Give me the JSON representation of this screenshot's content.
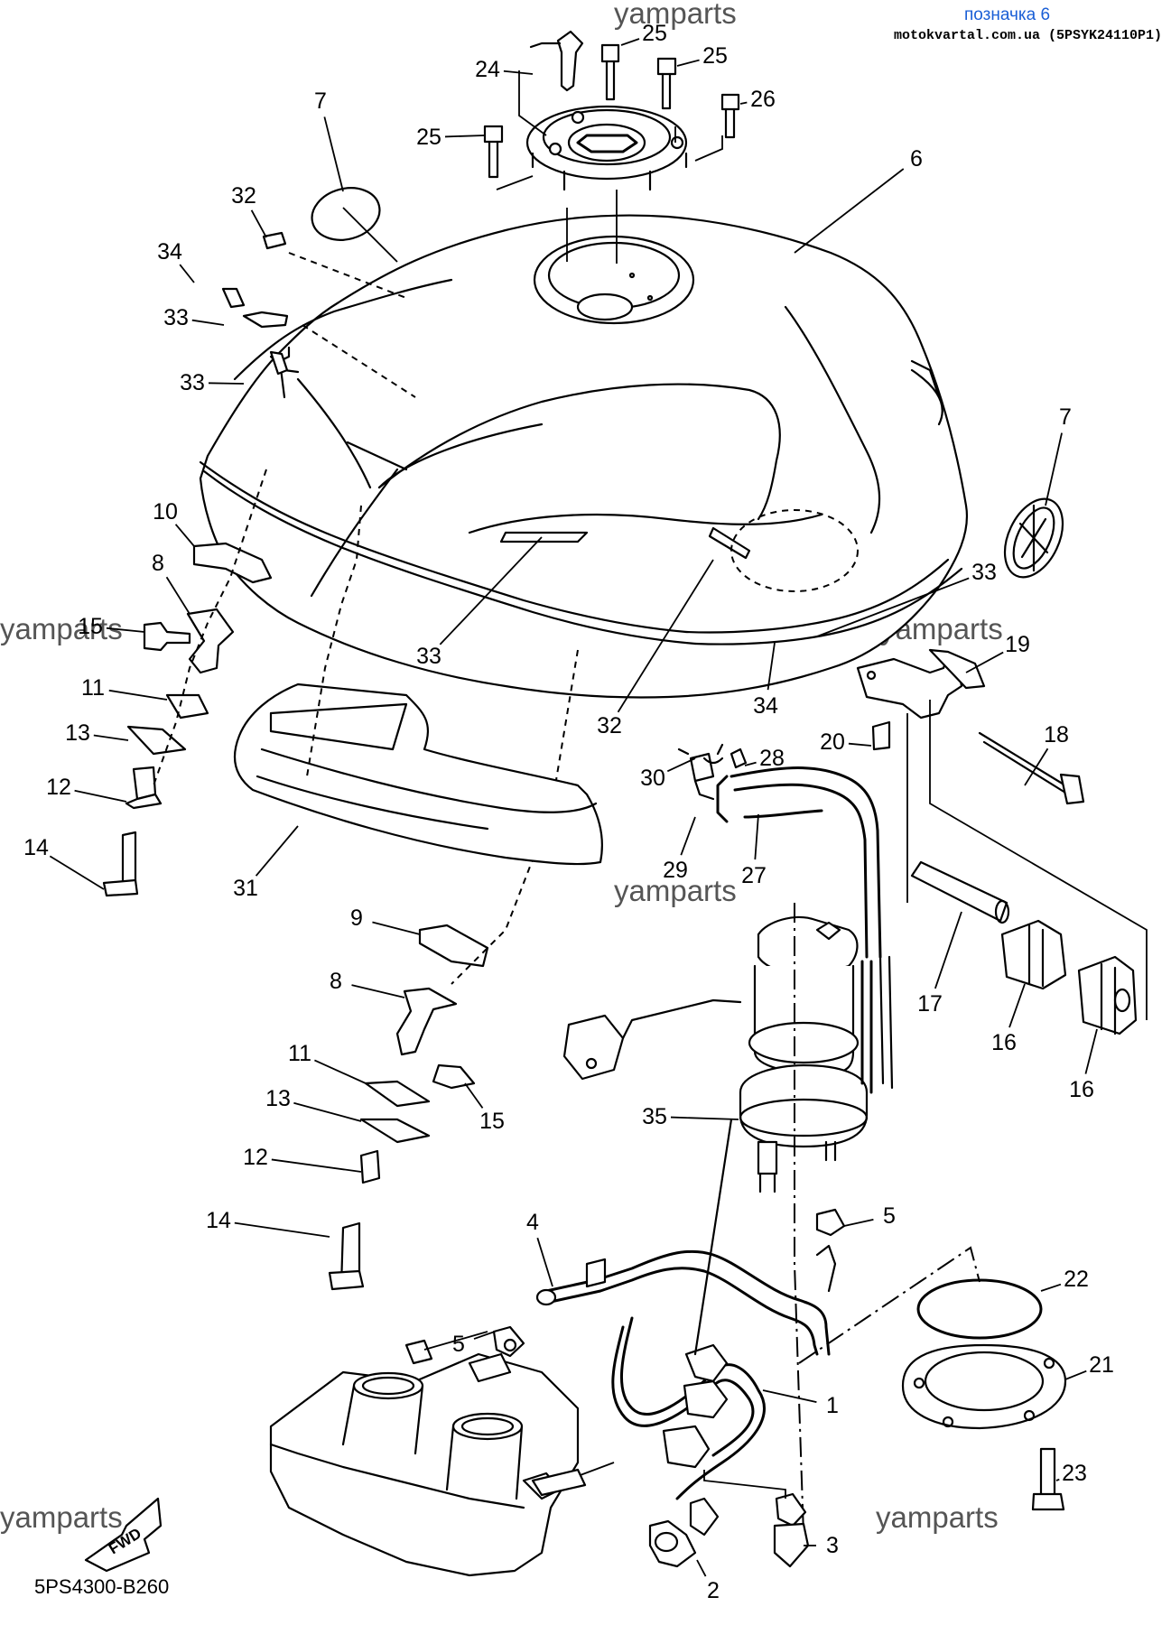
{
  "header": {
    "label": "позначка 6",
    "site": "motokvartal.com.ua (5PSYK24110P1)"
  },
  "diagram_code": "5PS4300-B260",
  "watermark": "yamparts",
  "fwd_label": "FWD",
  "callouts": [
    "1",
    "2",
    "3",
    "4",
    "5",
    "5",
    "6",
    "7",
    "7",
    "8",
    "8",
    "9",
    "10",
    "11",
    "11",
    "12",
    "12",
    "13",
    "13",
    "14",
    "14",
    "15",
    "15",
    "16",
    "16",
    "17",
    "18",
    "19",
    "20",
    "21",
    "22",
    "23",
    "24",
    "25",
    "25",
    "25",
    "26",
    "27",
    "28",
    "29",
    "30",
    "31",
    "32",
    "32",
    "33",
    "33",
    "33",
    "33",
    "34",
    "34",
    "35"
  ]
}
